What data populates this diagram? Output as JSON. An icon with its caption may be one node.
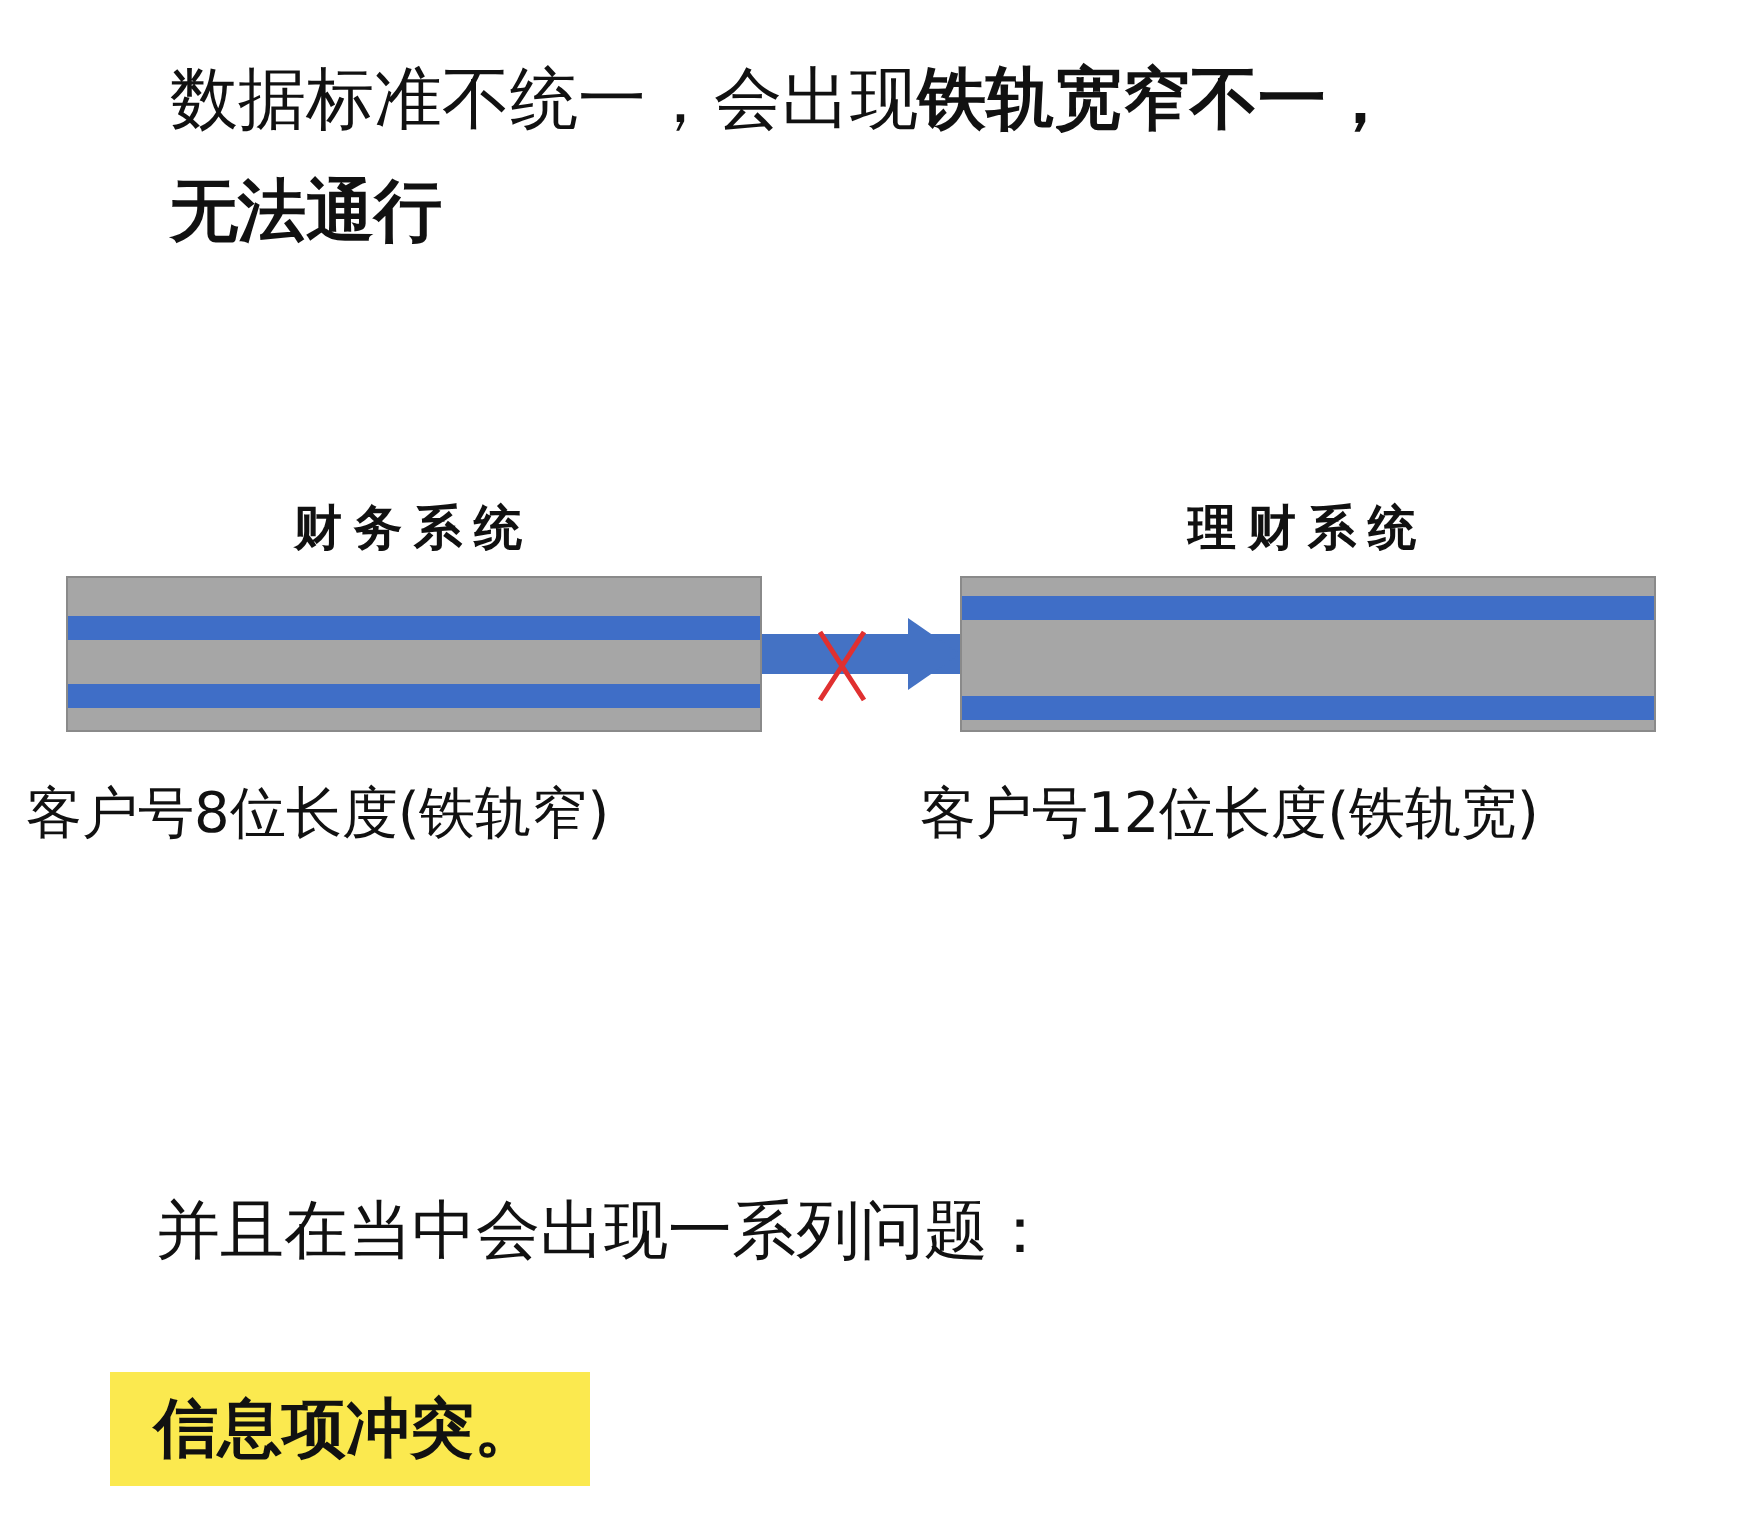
{
  "diagram": {
    "title": "数据标准不统一，会出现**铁轨宽窄不一，无法通行**",
    "nodes": [
      {
        "text": [
          "财务系统"
        ],
        "beside": [
          "客户号8位长度(铁轨窄)"
        ]
      },
      {
        "text": [
          "理财系统"
        ],
        "beside": [
          "客户号12位长度(铁轨宽)"
        ]
      },
      {
        "text": [
          "信息项冲突。"
        ]
      }
    ],
    "edges": [
      {
        "from": 0,
        "to": 1,
        "arrow": "to",
        "color": "#4472c4"
      }
    ],
    "labels": [
      "并且在当中会出现一系列问题："
    ]
  }
}
